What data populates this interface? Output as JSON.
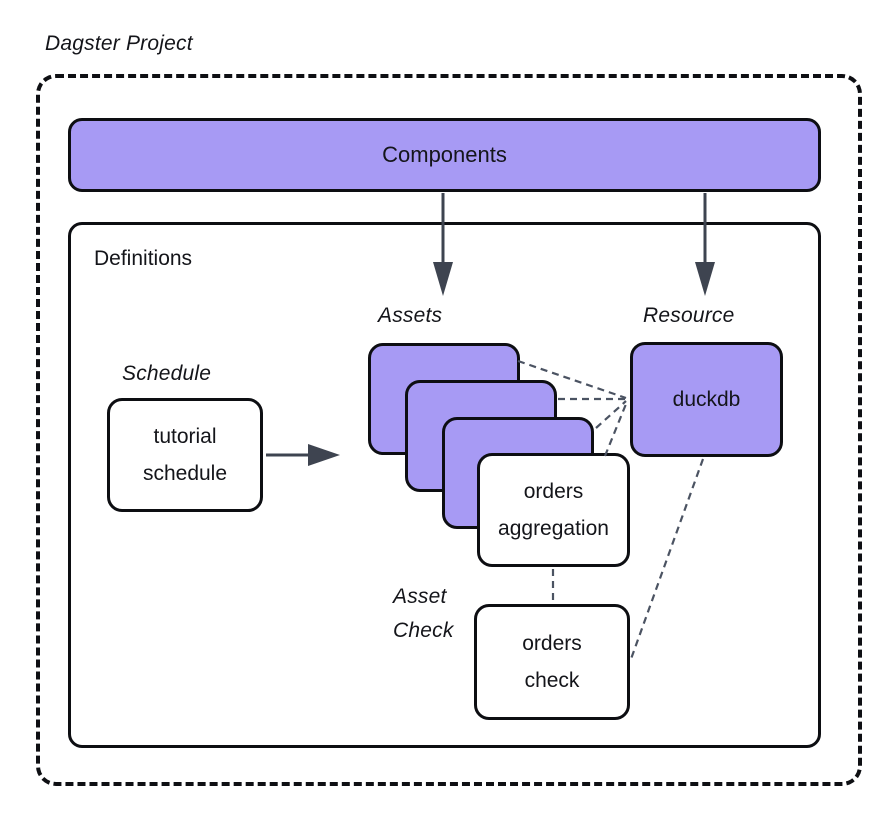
{
  "title": "Dagster Project",
  "components": {
    "label": "Components"
  },
  "definitions": {
    "label": "Definitions"
  },
  "schedule": {
    "caption": "Schedule",
    "box": {
      "line1": "tutorial",
      "line2": "schedule"
    }
  },
  "assets": {
    "caption": "Assets",
    "front_box": {
      "line1": "orders",
      "line2": "aggregation"
    }
  },
  "resource": {
    "caption": "Resource",
    "box_label": "duckdb"
  },
  "asset_check": {
    "caption_line1": "Asset",
    "caption_line2": "Check",
    "box": {
      "line1": "orders",
      "line2": "check"
    }
  },
  "colors": {
    "purple_fill": "#a79af4",
    "box_border": "#0d0e12",
    "solid_arrow": "#3e4450",
    "dashed_connector": "#4b5362",
    "background": "#ffffff"
  }
}
